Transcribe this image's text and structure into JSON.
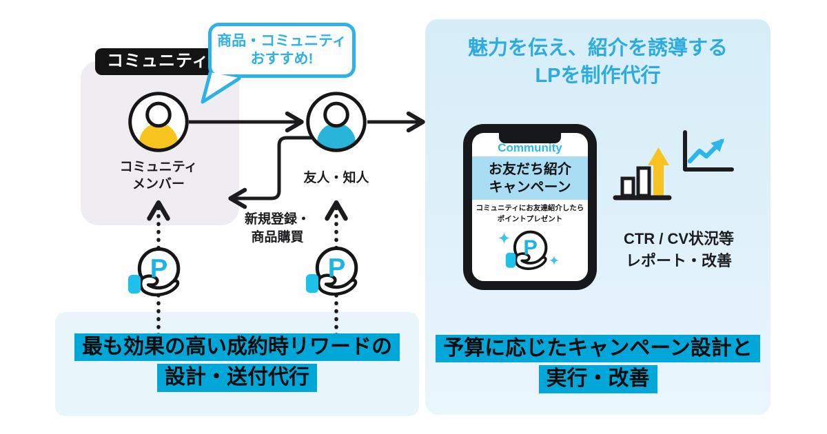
{
  "colors": {
    "accent_cyan": "#2eb1e6",
    "highlight_cyan": "#00a7d8",
    "panel_blue": "#d6edf8",
    "panel_blue_light": "#e8f5fb",
    "gray_panel": "#efedf1",
    "badge_black": "#141414",
    "person_yellow": "#f8c51f",
    "person_cyan": "#28b5d9",
    "arrow_yellow": "#f8c320",
    "ink": "#161616"
  },
  "community_panel": {
    "badge": "コミュニティ",
    "bubble_line1": "商品・コミュニティ",
    "bubble_line2": "おすすめ!",
    "member_line1": "コミュニティ",
    "member_line2": "メンバー",
    "friend_label": "友人・知人",
    "feedback_line1": "新規登録・",
    "feedback_line2": "商品購買"
  },
  "coin": {
    "letter": "P"
  },
  "lp_panel": {
    "heading_line1": "魅力を伝え、紹介を誘導する",
    "heading_line2": "LPを制作代行",
    "phone": {
      "app_name": "Community",
      "banner_line1": "お友だち紹介",
      "banner_line2": "キャンペーン",
      "desc_line1": "コミュニティにお友達紹介したら",
      "desc_line2": "ポイントプレゼント"
    },
    "report_line1": "CTR / CV状況等",
    "report_line2": "レポート・改善"
  },
  "captions": {
    "left_line1": "最も効果の高い成約時リワードの",
    "left_line2": "設計・送付代行",
    "right_line1": "予算に応じたキャンペーン設計と",
    "right_line2": "実行・改善"
  }
}
